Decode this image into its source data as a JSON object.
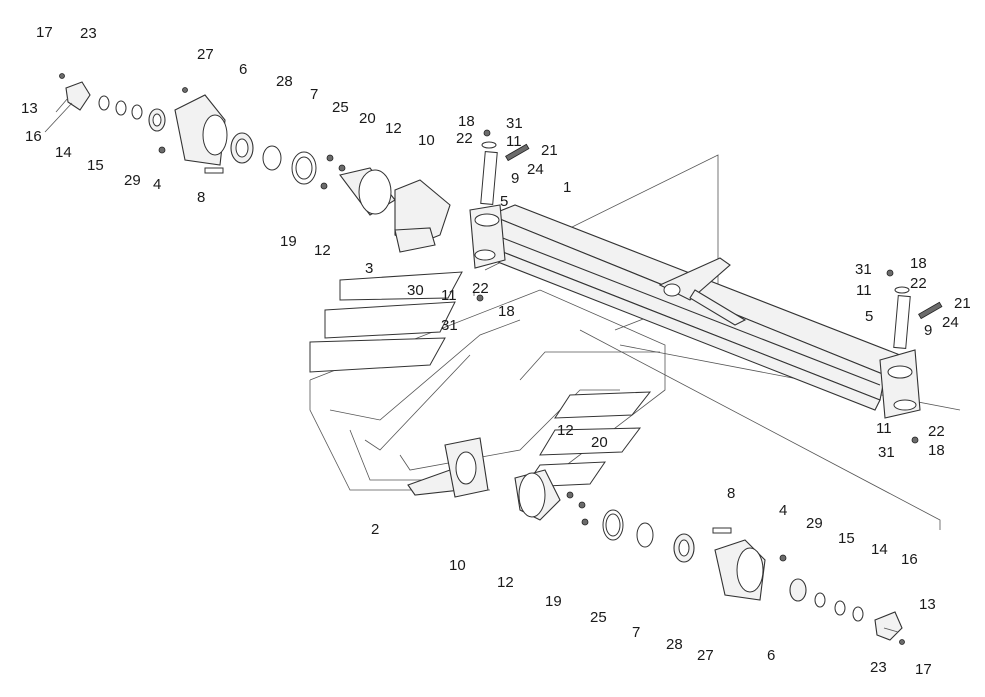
{
  "diagram": {
    "labels": [
      {
        "id": "l17a",
        "text": "17"
      },
      {
        "id": "l23a",
        "text": "23"
      },
      {
        "id": "l27a",
        "text": "27"
      },
      {
        "id": "l6a",
        "text": "6"
      },
      {
        "id": "l28a",
        "text": "28"
      },
      {
        "id": "l7a",
        "text": "7"
      },
      {
        "id": "l25a",
        "text": "25"
      },
      {
        "id": "l20a",
        "text": "20"
      },
      {
        "id": "l12a",
        "text": "12"
      },
      {
        "id": "l10a",
        "text": "10"
      },
      {
        "id": "l13a",
        "text": "13"
      },
      {
        "id": "l16a",
        "text": "16"
      },
      {
        "id": "l14a",
        "text": "14"
      },
      {
        "id": "l15a",
        "text": "15"
      },
      {
        "id": "l29a",
        "text": "29"
      },
      {
        "id": "l4a",
        "text": "4"
      },
      {
        "id": "l8a",
        "text": "8"
      },
      {
        "id": "l19a",
        "text": "19"
      },
      {
        "id": "l12b",
        "text": "12"
      },
      {
        "id": "l18a",
        "text": "18"
      },
      {
        "id": "l31a",
        "text": "31"
      },
      {
        "id": "l22a",
        "text": "22"
      },
      {
        "id": "l11a",
        "text": "11"
      },
      {
        "id": "l21a",
        "text": "21"
      },
      {
        "id": "l9a",
        "text": "9"
      },
      {
        "id": "l24a",
        "text": "24"
      },
      {
        "id": "l1",
        "text": "1"
      },
      {
        "id": "l5a",
        "text": "5"
      },
      {
        "id": "l3",
        "text": "3"
      },
      {
        "id": "l30",
        "text": "30"
      },
      {
        "id": "l11b",
        "text": "11"
      },
      {
        "id": "l22b",
        "text": "22"
      },
      {
        "id": "l18b",
        "text": "18"
      },
      {
        "id": "l31b",
        "text": "31"
      },
      {
        "id": "l31c",
        "text": "31"
      },
      {
        "id": "l18c",
        "text": "18"
      },
      {
        "id": "l11c",
        "text": "11"
      },
      {
        "id": "l22c",
        "text": "22"
      },
      {
        "id": "l21b",
        "text": "21"
      },
      {
        "id": "l5b",
        "text": "5"
      },
      {
        "id": "l9b",
        "text": "9"
      },
      {
        "id": "l24b",
        "text": "24"
      },
      {
        "id": "l11d",
        "text": "11"
      },
      {
        "id": "l22d",
        "text": "22"
      },
      {
        "id": "l31d",
        "text": "31"
      },
      {
        "id": "l18d",
        "text": "18"
      },
      {
        "id": "l12c",
        "text": "12"
      },
      {
        "id": "l20b",
        "text": "20"
      },
      {
        "id": "l2",
        "text": "2"
      },
      {
        "id": "l8b",
        "text": "8"
      },
      {
        "id": "l4b",
        "text": "4"
      },
      {
        "id": "l29b",
        "text": "29"
      },
      {
        "id": "l15b",
        "text": "15"
      },
      {
        "id": "l14b",
        "text": "14"
      },
      {
        "id": "l16b",
        "text": "16"
      },
      {
        "id": "l13b",
        "text": "13"
      },
      {
        "id": "l10b",
        "text": "10"
      },
      {
        "id": "l12d",
        "text": "12"
      },
      {
        "id": "l19b",
        "text": "19"
      },
      {
        "id": "l25b",
        "text": "25"
      },
      {
        "id": "l7b",
        "text": "7"
      },
      {
        "id": "l28b",
        "text": "28"
      },
      {
        "id": "l27b",
        "text": "27"
      },
      {
        "id": "l6b",
        "text": "6"
      },
      {
        "id": "l23b",
        "text": "23"
      },
      {
        "id": "l17b",
        "text": "17"
      }
    ]
  }
}
